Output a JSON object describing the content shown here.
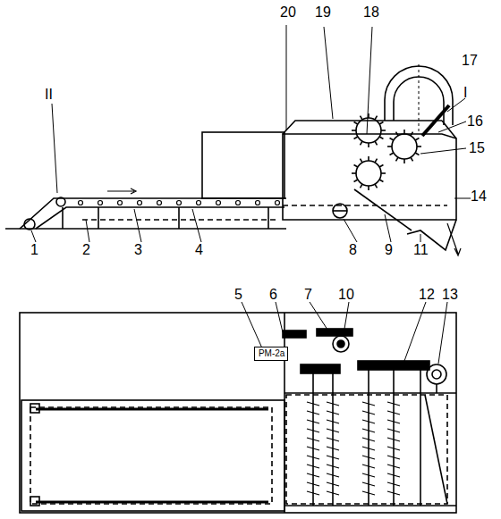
{
  "diagram": {
    "nodes": [
      {
        "text": [
          "РМ-2а"
        ]
      }
    ],
    "labels": [
      "20",
      "19",
      "18",
      "17",
      "I",
      "16",
      "15",
      "14",
      "II",
      "1",
      "2",
      "3",
      "4",
      "8",
      "9",
      "11",
      "5",
      "6",
      "7",
      "10",
      "12",
      "13"
    ]
  }
}
